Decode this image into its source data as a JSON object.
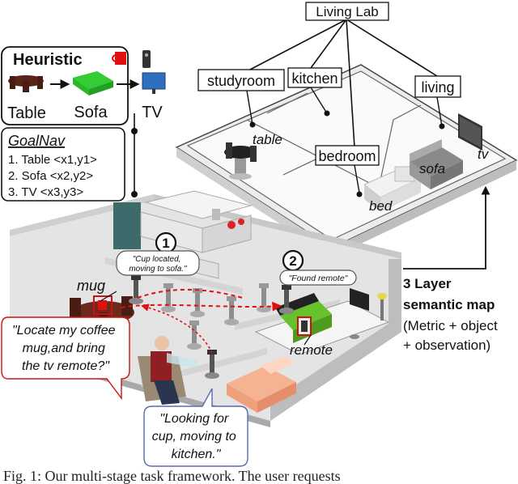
{
  "living_lab": "Living Lab",
  "rooms": {
    "studyroom": "studyroom",
    "kitchen": "kitchen",
    "living": "living",
    "bedroom": "bedroom"
  },
  "objects_upper": {
    "table": "table",
    "sofa": "sofa",
    "tv": "tv",
    "bed": "bed"
  },
  "heuristic": {
    "title": "Heuristic",
    "labels": [
      "Table",
      "Sofa",
      "TV"
    ]
  },
  "goalnav": {
    "title": "GoalNav",
    "items": [
      "1. Table <x1,y1>",
      "2. Sofa <x2,y2>",
      "3. TV <x3,y3>"
    ]
  },
  "step_numbers": [
    "1",
    "2"
  ],
  "bubbles": {
    "cup_located": "\"Cup located, moving to sofa.\"",
    "found_remote": "\"Found remote\"",
    "user_request": "\"Locate my coffee mug,and bring the tv remote?\"",
    "looking": "\"Looking for cup, moving to kitchen.\""
  },
  "scene_labels": {
    "mug": "mug",
    "remote": "remote"
  },
  "map_legend": {
    "title": "3 Layer semantic map",
    "desc": "(Metric + object + observation)"
  },
  "caption": "Fig. 1: Our multi-stage task framework. The user requests"
}
